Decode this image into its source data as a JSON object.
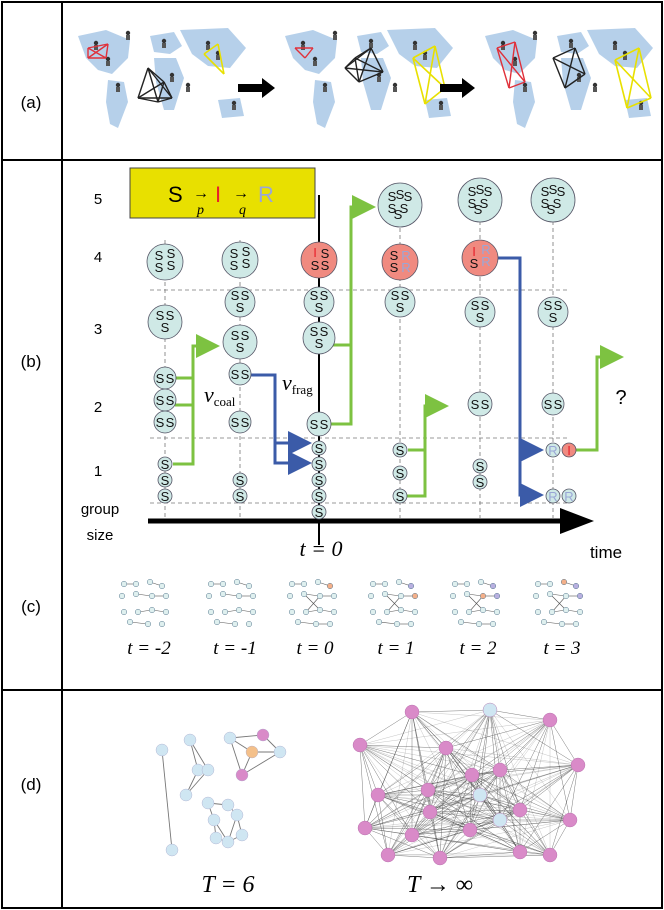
{
  "panels": {
    "a": "(a)",
    "b": "(b)",
    "c": "(c)",
    "d": "(d)"
  },
  "model_box": {
    "s": "S",
    "i": "I",
    "r": "R",
    "p": "p",
    "q": "q",
    "colors": {
      "box": "#e8e000",
      "i": "#e8202a",
      "r": "#9aa6d6"
    }
  },
  "group_sizes": [
    "1",
    "2",
    "3",
    "4",
    "5"
  ],
  "axis": {
    "group_size_line1": "group",
    "group_size_line2": "size",
    "time": "time",
    "t0": "t = 0"
  },
  "rates": {
    "coal_main": "ν",
    "coal_sub": "coal",
    "frag_main": "ν",
    "frag_sub": "frag"
  },
  "question_mark": "?",
  "time_labels": [
    "t = -2",
    "t = -1",
    "t = 0",
    "t = 1",
    "t = 2",
    "t = 3"
  ],
  "d_labels": {
    "left": "T = 6",
    "right": "T → ∞"
  },
  "colors": {
    "node_s": "#cfe9e6",
    "node_i": "#f08a80",
    "green_arrow": "#7dc241",
    "blue_arrow": "#3b5ba8",
    "map": "#a9c8e6",
    "net_light": "#cfe6f2",
    "net_pink": "#d98ac8",
    "net_orange": "#f4c08a",
    "map_red": "#e0303a",
    "map_yellow": "#e8e000"
  }
}
